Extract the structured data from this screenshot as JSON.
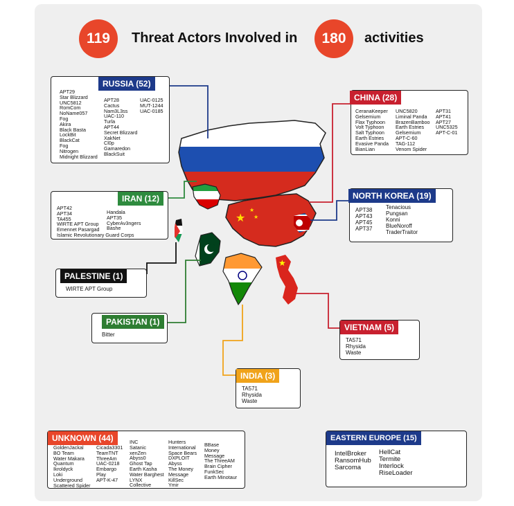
{
  "header": {
    "actors_count": "119",
    "actors_label": "Threat Actors Involved in",
    "activities_count": "180",
    "activities_label": "activities"
  },
  "colors": {
    "accent": "#e8462a",
    "russia": "#1d3a8a",
    "china": "#c8202f",
    "iran": "#2e8b3e",
    "palestine": "#111111",
    "pakistan": "#2e7d32",
    "north_korea": "#1d3a8a",
    "india": "#f0a31a",
    "vietnam": "#c8202f",
    "unknown": "#e8462a",
    "eastern_europe": "#1d3a8a"
  },
  "russia": {
    "title": "RUSSIA (52)",
    "col1": [
      "APT29",
      "Star Blizzard",
      "UNC5812",
      "RomCom",
      "NoName057",
      "Fog",
      "Akira",
      "Black Basta",
      "LockBit",
      "BlackCat",
      "Fog",
      "Nitrogen",
      "Midnight Blizzard"
    ],
    "col2": [
      "APT28",
      "Cactus",
      "Nam3L3ss",
      "UAC-110",
      "Turla",
      "APT44",
      "Secret Blizzard",
      "XakNet",
      "Cl0p",
      "Gamaredon",
      "BlackSuit"
    ],
    "col3": [
      "UAC-0125",
      "MUT-1244",
      "UAC-0185"
    ]
  },
  "china": {
    "title": "CHINA (28)",
    "col1": [
      "CeranaKeeper",
      "Gelsemium",
      "Flax Typhoon",
      "Volt Typhoon",
      "Salt Typhoon",
      "Earth Estries",
      "Evasive Panda",
      "BianLian"
    ],
    "col2": [
      "UNC5820",
      "Liminal Panda",
      "BrazenBamboo",
      "Earth Estries",
      "Gelsemium",
      "APT-C-60",
      "TAG-112",
      "Venom Spider"
    ],
    "col3": [
      "APT31",
      "APT41",
      "APT27",
      "UNC5325",
      "APT-C-01"
    ]
  },
  "iran": {
    "title": "IRAN (12)",
    "col1": [
      "APT42",
      "APT34",
      "TA455",
      "WIRTE APT Group",
      "Emennet Pasargad",
      "Islamic Revolutionary Guard Corps"
    ],
    "col2": [
      "Handala",
      "APT35",
      "CyberAv3ngers",
      "Bashe"
    ]
  },
  "north_korea": {
    "title": "NORTH KOREA (19)",
    "col1": [
      "APT38",
      "APT43",
      "APT45",
      "APT37"
    ],
    "col2": [
      "Tenacious",
      "Pungsan",
      "Konni",
      "BlueNoroff",
      "TraderTraitor"
    ]
  },
  "palestine": {
    "title": "PALESTINE (1)",
    "items": [
      "WIRTE APT Group"
    ]
  },
  "pakistan": {
    "title": "PAKISTAN (1)",
    "items": [
      "Bitter"
    ]
  },
  "vietnam": {
    "title": "VIETNAM (5)",
    "items": [
      "TA571",
      "Rhysida",
      "Waste"
    ]
  },
  "india": {
    "title": "INDIA (3)",
    "items": [
      "TA571",
      "Rhysida",
      "Waste"
    ]
  },
  "unknown": {
    "title": "UNKNOWN (44)",
    "col1": [
      "GoldenJackal",
      "BO Team",
      "Water Makara",
      "Quantum",
      "Ikroldyck",
      "Loki",
      "Underground",
      "Scattered Spider"
    ],
    "col2": [
      "Cicada3301",
      "TeamTNT",
      "ThreeAm",
      "UAC-0218",
      "Embargo",
      "Play",
      "APT-K-47"
    ],
    "col3": [
      "INC",
      "Satanic",
      "xenZen",
      "Abyss0",
      "Ghost Tap",
      "Earth Kasha",
      "Water Barghest",
      "LYNX",
      "Collective"
    ],
    "col4": [
      "Hunters",
      "International",
      "Space Bears",
      "DXPLOIT",
      "Abyss",
      "The Money",
      "Message",
      "KillSec",
      "Ymir"
    ],
    "col5": [
      "BBase",
      "Money",
      "Message",
      "The ThreeAM",
      "Brain Cipher",
      "FunkSec",
      "Earth Minotaur"
    ]
  },
  "eastern_europe": {
    "title": "EASTERN EUROPE  (15)",
    "col1": [
      "IntelBroker",
      "RansomHub",
      "Sarcoma"
    ],
    "col2": [
      "HellCat",
      "Termite",
      "Interlock",
      "RiseLoader"
    ]
  }
}
